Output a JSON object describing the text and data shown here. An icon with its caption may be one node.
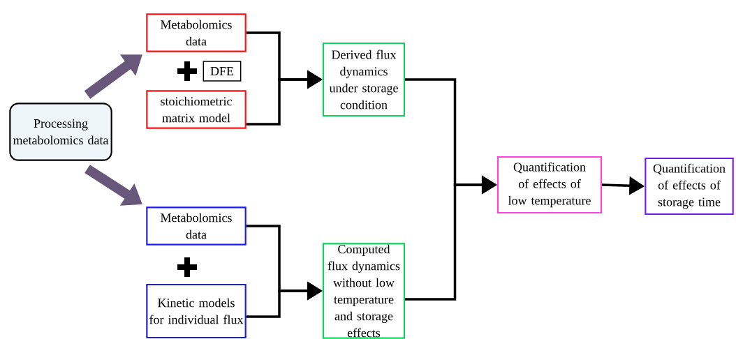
{
  "diagram": {
    "nodes": [
      {
        "text": [
          "Processing metabolomics data"
        ]
      },
      {
        "text": [
          "Metabolomics data"
        ]
      },
      {
        "text": [
          "DFE"
        ]
      },
      {
        "text": [
          "stoichiometric matrix model"
        ]
      },
      {
        "text": [
          "Derived flux dynamics under storage condition"
        ]
      },
      {
        "text": [
          "Metabolomics data"
        ]
      },
      {
        "text": [
          "Kinetic models for individual flux"
        ]
      },
      {
        "text": [
          "Computed flux dynamics without low temperature and storage effects"
        ]
      },
      {
        "text": [
          "Quantification of effects of low temperature"
        ]
      },
      {
        "text": [
          "Quantification of effects of storage time"
        ]
      }
    ],
    "edges": [
      {
        "from": 0,
        "to": 1,
        "arrow": "to",
        "style": "thick",
        "color": "#595959"
      },
      {
        "from": 0,
        "to": 5,
        "arrow": "to",
        "style": "thick",
        "color": "#595959"
      },
      {
        "from": 1,
        "to": 4,
        "arrow": "to"
      },
      {
        "from": 3,
        "to": 4,
        "arrow": "to"
      },
      {
        "from": 5,
        "to": 7,
        "arrow": "to"
      },
      {
        "from": 6,
        "to": 7,
        "arrow": "to"
      },
      {
        "from": 4,
        "to": 8,
        "arrow": "to"
      },
      {
        "from": 7,
        "to": 8,
        "arrow": "to"
      },
      {
        "from": 8,
        "to": 9,
        "arrow": "to"
      }
    ]
  }
}
